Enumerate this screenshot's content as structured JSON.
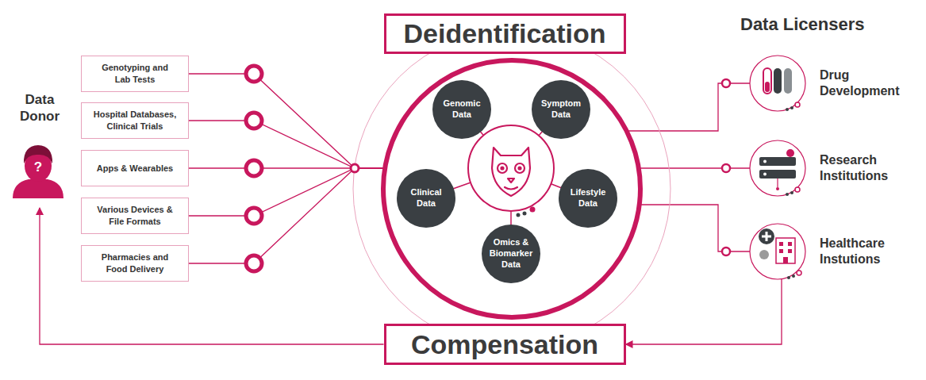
{
  "diagram": {
    "nodes": [
      {
        "text": [
          "Data Donor"
        ]
      },
      {
        "text": [
          "Genotyping and Lab Tests"
        ]
      },
      {
        "text": [
          "Hospital Databases, Clinical Trials"
        ]
      },
      {
        "text": [
          "Apps & Wearables"
        ]
      },
      {
        "text": [
          "Various Devices & File Formats"
        ]
      },
      {
        "text": [
          "Pharmacies and Food Delivery"
        ]
      },
      {
        "text": [
          "Deidentification"
        ]
      },
      {
        "text": [
          "Genomic Data"
        ],
        "in": 6
      },
      {
        "text": [
          "Symptom Data"
        ],
        "in": 6
      },
      {
        "text": [
          "Clinical Data"
        ],
        "in": 6
      },
      {
        "text": [
          "Lifestyle Data"
        ],
        "in": 6
      },
      {
        "text": [
          "Omics & Biomarker Data"
        ],
        "in": 6
      },
      {
        "text": [
          "Drug Development"
        ]
      },
      {
        "text": [
          "Research Institutions"
        ]
      },
      {
        "text": [
          "Healthcare Instutions"
        ]
      },
      {
        "text": [
          "Compensation"
        ]
      }
    ],
    "edges": [
      {
        "from": 1,
        "to": 6,
        "arrow": "none"
      },
      {
        "from": 2,
        "to": 6,
        "arrow": "none"
      },
      {
        "from": 3,
        "to": 6,
        "arrow": "none"
      },
      {
        "from": 4,
        "to": 6,
        "arrow": "none"
      },
      {
        "from": 5,
        "to": 6,
        "arrow": "none"
      },
      {
        "from": 6,
        "to": 12,
        "arrow": "none"
      },
      {
        "from": 6,
        "to": 13,
        "arrow": "none"
      },
      {
        "from": 6,
        "to": 14,
        "arrow": "none"
      },
      {
        "from": 14,
        "to": 15,
        "arrow": "to"
      },
      {
        "from": 15,
        "to": 0,
        "arrow": "to"
      }
    ],
    "labels": [
      "Data Licensers",
      "?"
    ]
  }
}
